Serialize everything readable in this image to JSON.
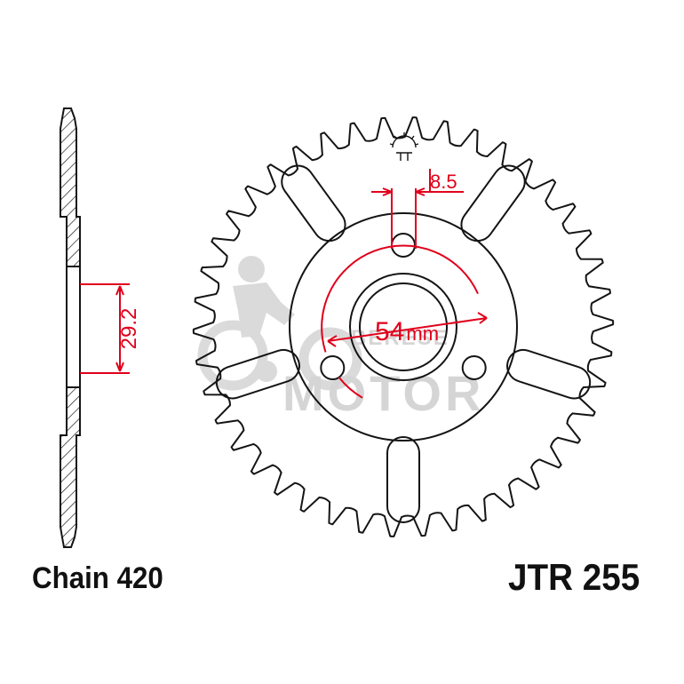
{
  "labels": {
    "chain": "Chain 420",
    "part_number": "JTR 255",
    "bolt_circle": "54",
    "bolt_circle_unit": "mm",
    "slot_width": "8.5",
    "offset": "29.2",
    "watermark_top": "BERESE",
    "watermark_bottom": "MOTOR"
  },
  "sprocket": {
    "teeth": 42,
    "lightening_slots": 5,
    "bolt_holes": 3
  },
  "colors": {
    "outline": "#141414",
    "dimension": "#e0001b",
    "watermark": "#b4b4b4",
    "background": "#ffffff"
  },
  "icons": {
    "logo": "jt-sprocket-logo-icon"
  }
}
